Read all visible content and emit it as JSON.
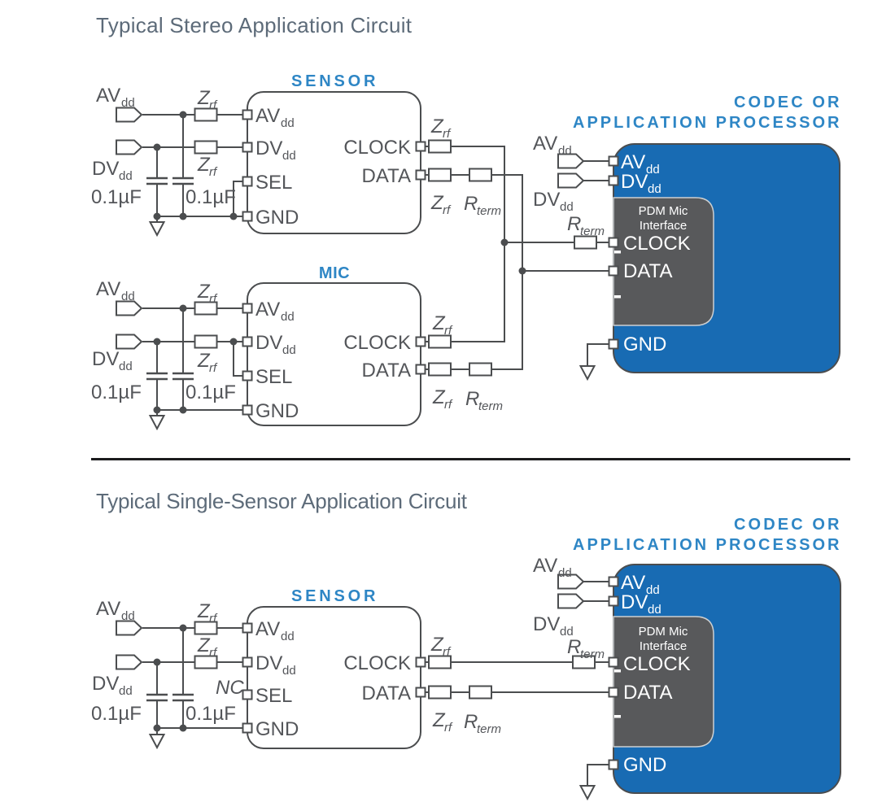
{
  "titles": {
    "stereo": "Typical Stereo Application Circuit",
    "single_sensor": "Typical Single-Sensor Application Circuit"
  },
  "headings": {
    "sensor": "SENSOR",
    "mic": "MIC",
    "codec_line1": "CODEC OR",
    "codec_line2": "APPLICATION PROCESSOR"
  },
  "labels": {
    "av_main": "AV",
    "av_sub": "dd",
    "dv_main": "DV",
    "dv_sub": "dd",
    "sel": "SEL",
    "gnd": "GND",
    "clock": "CLOCK",
    "data": "DATA",
    "z_main": "Z",
    "z_sub": "rf",
    "r_main": "R",
    "r_sub": "term",
    "cap": "0.1µF",
    "nc": "NC",
    "pdm_line1": "PDM Mic",
    "pdm_line2": "Interface"
  },
  "colors": {
    "wire": "#4b4d4f",
    "text": "#54565a",
    "title": "#5d6b79",
    "heading_blue": "#2e86c5",
    "codec_fill": "#186bb3",
    "pdm_fill": "#58595b",
    "divider": "#1b1b1d"
  }
}
